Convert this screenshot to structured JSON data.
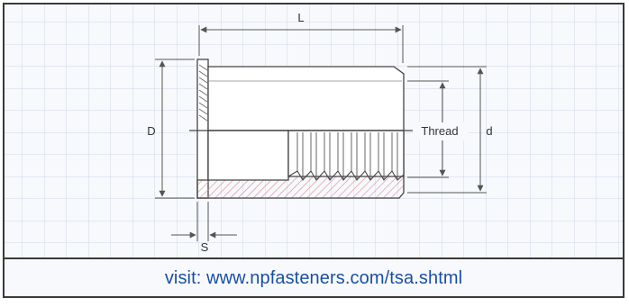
{
  "diagram": {
    "labels": {
      "length": "L",
      "head_diameter": "D",
      "body_diameter": "d",
      "thread": "Thread",
      "head_thickness": "S"
    },
    "caption": "visit: www.npfasteners.com/tsa.shtml"
  },
  "colors": {
    "frame_border": "#3a3a3a",
    "grid_line": "#cfd8e6",
    "background": "#f7f9fd",
    "outline": "#444444",
    "hatch": "#d98a8a",
    "dimension": "#555555",
    "caption_text": "#1b4f9c"
  }
}
